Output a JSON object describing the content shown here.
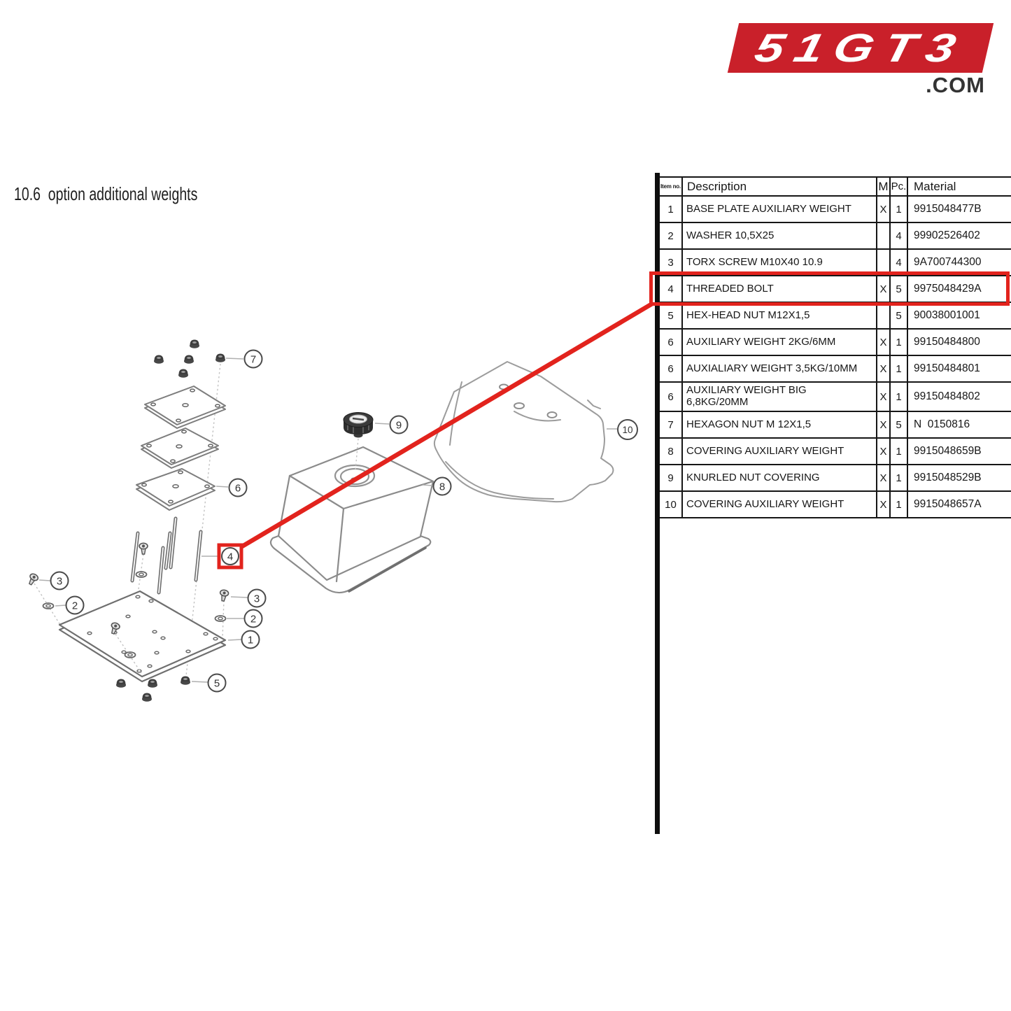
{
  "page": {
    "title": "10.6  option additional weights"
  },
  "logo": {
    "brand": "51GT3",
    "suffix": ".COM",
    "brand_color": "#c9202a"
  },
  "table": {
    "headers": {
      "item": "Item no.",
      "description": "Description",
      "m": "M",
      "pc": "Pc.",
      "material": "Material"
    },
    "rows": [
      {
        "item": "1",
        "description": "BASE PLATE AUXILIARY WEIGHT",
        "m": "X",
        "pc": "1",
        "material": "9915048477B"
      },
      {
        "item": "2",
        "description": "WASHER 10,5X25",
        "m": "",
        "pc": "4",
        "material": "99902526402"
      },
      {
        "item": "3",
        "description": "TORX SCREW M10X40 10.9",
        "m": "",
        "pc": "4",
        "material": "9A700744300"
      },
      {
        "item": "4",
        "description": "THREADED BOLT",
        "m": "X",
        "pc": "5",
        "material": "9975048429A",
        "highlighted": true
      },
      {
        "item": "5",
        "description": "HEX-HEAD NUT M12X1,5",
        "m": "",
        "pc": "5",
        "material": "90038001001"
      },
      {
        "item": "6",
        "description": "AUXILIARY WEIGHT 2KG/6MM",
        "m": "X",
        "pc": "1",
        "material": "99150484800"
      },
      {
        "item": "6",
        "description": "AUXIALIARY WEIGHT 3,5KG/10MM",
        "m": "X",
        "pc": "1",
        "material": "99150484801"
      },
      {
        "item": "6",
        "description": "AUXILIARY WEIGHT BIG\n6,8KG/20MM",
        "m": "X",
        "pc": "1",
        "material": "99150484802",
        "tall": true
      },
      {
        "item": "7",
        "description": "HEXAGON NUT M 12X1,5",
        "m": "X",
        "pc": "5",
        "material": "N  0150816"
      },
      {
        "item": "8",
        "description": "COVERING AUXILIARY WEIGHT",
        "m": "X",
        "pc": "1",
        "material": "9915048659B"
      },
      {
        "item": "9",
        "description": "KNURLED NUT COVERING",
        "m": "X",
        "pc": "1",
        "material": "9915048529B"
      },
      {
        "item": "10",
        "description": "COVERING AUXILIARY WEIGHT",
        "m": "X",
        "pc": "1",
        "material": "9915048657A"
      }
    ]
  },
  "diagram": {
    "callouts": [
      {
        "label": "7"
      },
      {
        "label": "6"
      },
      {
        "label": "4",
        "highlighted": true
      },
      {
        "label": "9"
      },
      {
        "label": "8"
      },
      {
        "label": "10"
      },
      {
        "label": "3"
      },
      {
        "label": "2"
      },
      {
        "label": "3"
      },
      {
        "label": "2"
      },
      {
        "label": "1"
      },
      {
        "label": "5"
      }
    ],
    "colors": {
      "highlight": "#e2231d",
      "part_line": "#8b8b8b"
    }
  }
}
